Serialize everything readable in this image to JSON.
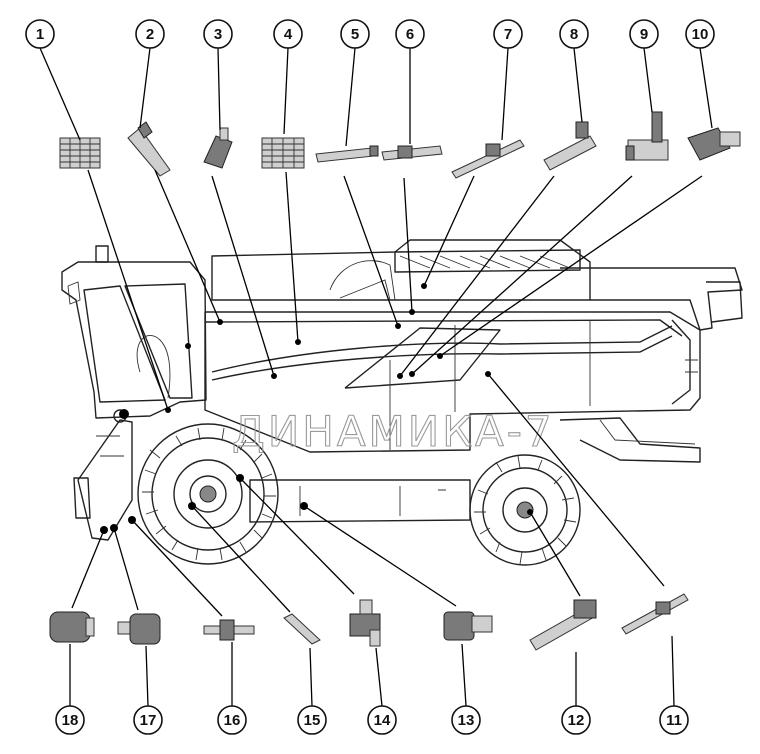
{
  "watermark": "ДИНАМИКА-7",
  "callouts": [
    "1",
    "2",
    "3",
    "4",
    "5",
    "6",
    "7",
    "8",
    "9",
    "10",
    "11",
    "12",
    "13",
    "14",
    "15",
    "16",
    "17",
    "18"
  ]
}
